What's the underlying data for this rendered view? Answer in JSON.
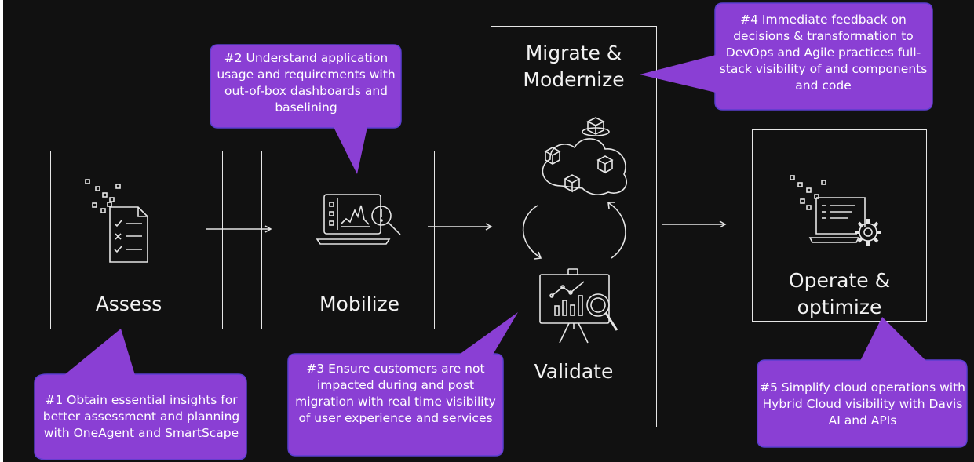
{
  "stages": {
    "assess": "Assess",
    "mobilize": "Mobilize",
    "migrate": "Migrate &\nModernize",
    "validate": "Validate",
    "operate": "Operate &\noptimize"
  },
  "callouts": {
    "c1": "#1 Obtain essential insights for better assessment and planning with OneAgent and SmartScape",
    "c2": "#2 Understand application usage and requirements with out-of-box dashboards and baselining",
    "c3": "#3 Ensure customers are not impacted during and post migration with real time visibility of user experience and services",
    "c4": "#4 Immediate feedback on decisions & transformation to DevOps and Agile practices full-stack visibility of and components and code",
    "c5": "#5 Simplify cloud operations with Hybrid Cloud visibility with Davis AI and APIs"
  },
  "colors": {
    "background": "#111111",
    "callout_fill": "#8a3fd4",
    "callout_border": "#5b3fd0",
    "line": "#e6e6e6"
  }
}
